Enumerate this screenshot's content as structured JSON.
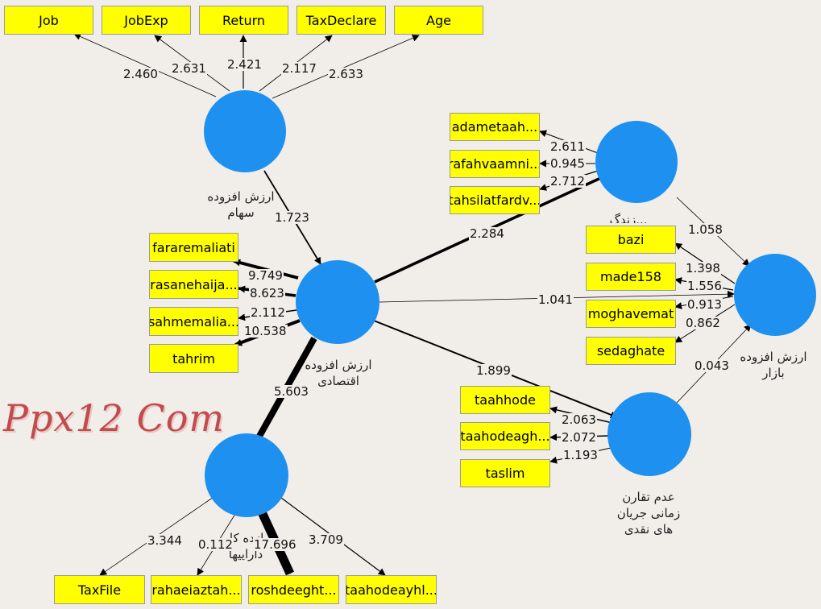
{
  "watermark": "Ppx12 Com",
  "constructs": {
    "sahm": {
      "label_line1": "ارزش افزوده",
      "label_line2": "سهام"
    },
    "eqtesadi": {
      "label_line1": "ارزش افزوده",
      "label_line2": "اقتصادی"
    },
    "zendegi": {
      "label_line1": "...زندگ"
    },
    "bazar": {
      "label_line1": "ارزش افزوده",
      "label_line2": "بازار"
    },
    "adam": {
      "label_line1": "عدم تقارن",
      "label_line2": "زمانی جریان",
      "label_line3": "های نقدی"
    },
    "bazde": {
      "label_line1": "بازده کل",
      "label_line2": "داراییها"
    }
  },
  "indicators": {
    "job": "Job",
    "jobexp": "JobExp",
    "return": "Return",
    "taxdeclare": "TaxDeclare",
    "age": "Age",
    "adametaah": "adametaah...",
    "rafahvaamni": "rafahvaamni...",
    "tahsilatfardv": "tahsilatfardv...",
    "fararemaliati": "fararemaliati",
    "rasanehaija": "rasanehaija...",
    "sahmemalia": "sahmemalia...",
    "tahrim": "tahrim",
    "bazi": "bazi",
    "made158": "made158",
    "moghavemat": "moghavemat",
    "sedaghate": "sedaghate",
    "taahhode": "taahhode",
    "taahodeagh": "taahodeagh...",
    "taslim": "taslim",
    "taxfile": "TaxFile",
    "rahaeiaztah": "rahaeiaztah...",
    "roshdeeght": "roshdeeght...",
    "taahodeayhl": "taahodeayhl..."
  },
  "coefficients": {
    "job": "2.460",
    "jobexp": "2.631",
    "return": "2.421",
    "taxdeclare": "2.117",
    "age": "2.633",
    "sahm_eqt": "1.723",
    "fararemaliati": "9.749",
    "rasanehaija": "8.623",
    "sahmemalia": "2.112",
    "tahrim": "10.538",
    "bazde_eqt": "5.603",
    "eqt_zendegi": "2.284",
    "eqt_bazar": "1.041",
    "eqt_adam": "1.899",
    "adametaah": "2.611",
    "rafahvaamni": "0.945",
    "tahsilatfardv": "2.712",
    "zendegi_bazar": "1.058",
    "bazi": "1.398",
    "made158": "1.556",
    "moghavemat": "0.913",
    "sedaghate": "0.862",
    "adam_bazar": "0.043",
    "taahhode": "2.063",
    "taahodeagh": "2.072",
    "taslim": "1.193",
    "taxfile": "3.344",
    "rahaeiaztah": "0.112",
    "roshdeeght": "17.696",
    "taahodeayhl": "3.709"
  }
}
